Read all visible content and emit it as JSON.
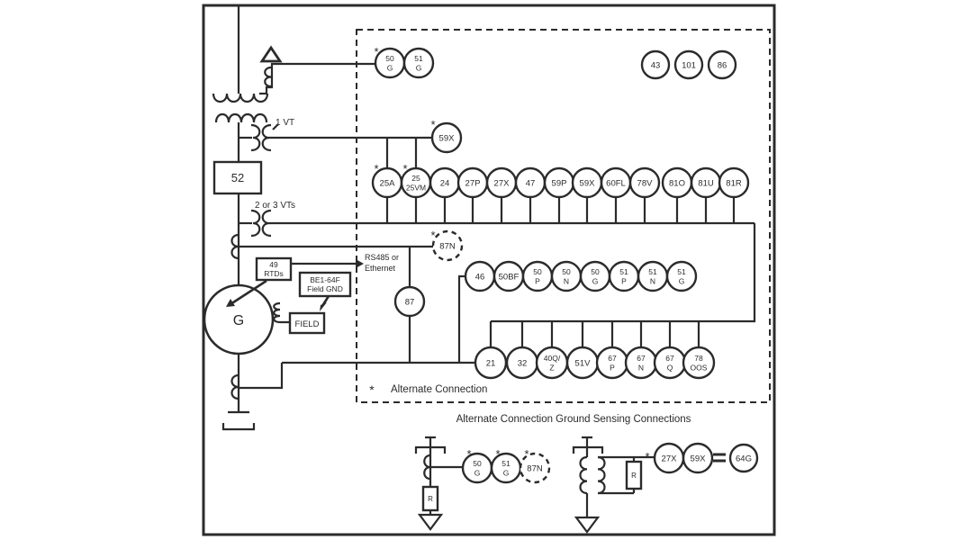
{
  "colors": {
    "ink": "#2b2b2b",
    "background": "#ffffff"
  },
  "diagram": {
    "breaker_label": "52",
    "generator_label": "G",
    "vt1_label": "1 VT",
    "vt23_label": "2 or 3 VTs",
    "rtd_box": {
      "line1": "49",
      "line2": "RTDs"
    },
    "field_gnd_box": {
      "line1": "BE1-64F",
      "line2": "Field GND"
    },
    "field_box": "FIELD",
    "comm_label": {
      "line1": "RS485 or",
      "line2": "Ethernet"
    },
    "resistor_label": "R",
    "asterisk": "*",
    "alt_note": "Alternate Connection",
    "bottom_heading": "Alternate Connection Ground Sensing Connections",
    "devices": {
      "gen_neutral": [
        [
          "50",
          "G"
        ],
        [
          "51",
          "G"
        ]
      ],
      "aux_top_right": [
        "43",
        "101",
        "86"
      ],
      "vt_aux": [
        "59X"
      ],
      "row1": [
        "25A",
        [
          "25",
          "25VM"
        ],
        "24",
        "27P",
        "27X",
        "47",
        "59P",
        "59X",
        "60FL",
        "78V",
        "81O",
        "81U",
        "81R"
      ],
      "neutral_diff": [
        "87N"
      ],
      "diff": [
        "87"
      ],
      "row2": [
        "46",
        "50BF",
        [
          "50",
          "P"
        ],
        [
          "50",
          "N"
        ],
        [
          "50",
          "G"
        ],
        [
          "51",
          "P"
        ],
        [
          "51",
          "N"
        ],
        [
          "51",
          "G"
        ]
      ],
      "row3": [
        "21",
        "32",
        [
          "40Q/",
          "Z"
        ],
        "51V",
        [
          "67",
          "P"
        ],
        [
          "67",
          "N"
        ],
        [
          "67",
          "Q"
        ],
        [
          "78",
          "OOS"
        ]
      ],
      "gnd_left": [
        [
          "50",
          "G"
        ],
        [
          "51",
          "G"
        ],
        "87N"
      ],
      "gnd_right": [
        "27X",
        "59X"
      ],
      "gnd_lockout": [
        "64G"
      ]
    }
  }
}
